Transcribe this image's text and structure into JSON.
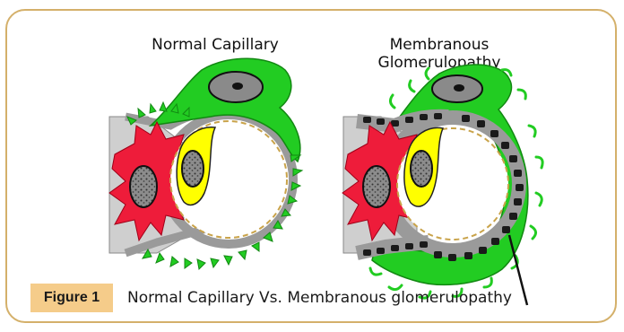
{
  "panels": {
    "left_title": "Normal Capillary",
    "right_title_line1": "Membranous",
    "right_title_line2": "Glomerulopathy"
  },
  "caption": {
    "label": "Figure 1",
    "text": "Normal Capillary Vs. Membranous glomerulopathy"
  },
  "colors": {
    "frame_border": "#d4b06a",
    "caption_tag": "#f5cc8a",
    "podocyte": "#22cc22",
    "mesangial": "#ee1c3a",
    "endothelial": "#ffff00",
    "basement_membrane": "#9a9a9a",
    "nucleus": "#8a8a8a",
    "deposit": "#1a1a1a"
  }
}
